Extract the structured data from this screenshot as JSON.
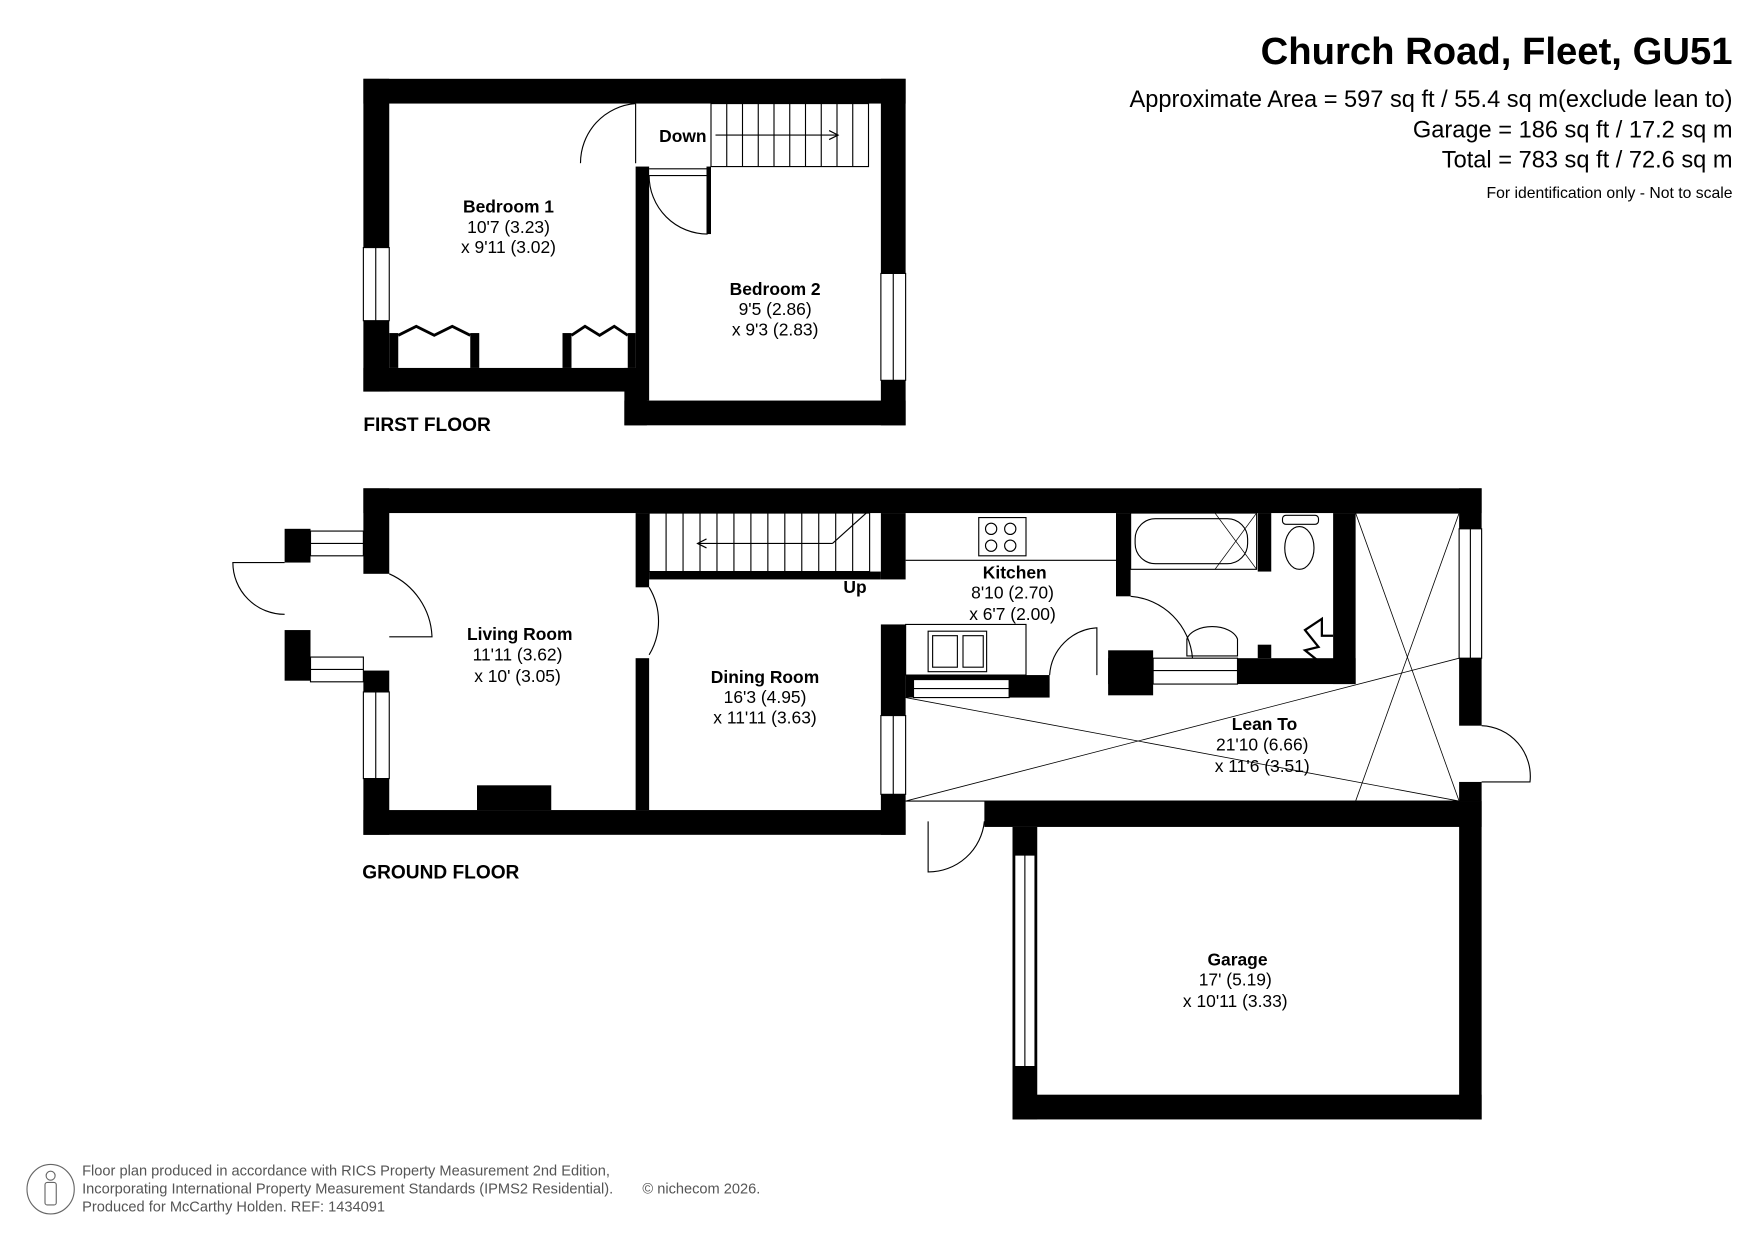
{
  "header": {
    "title": "Church Road, Fleet, GU51",
    "area_lines": [
      "Approximate Area = 597 sq ft / 55.4 sq m(exclude lean to)",
      "Garage = 186 sq ft / 17.2 sq m",
      "Total = 783 sq ft / 72.6 sq m"
    ],
    "note": "For identification only - Not to scale"
  },
  "first_floor": {
    "label": "FIRST FLOOR",
    "stairs_label": "Down",
    "rooms": [
      {
        "name": "Bedroom 1",
        "dim1": "10'7 (3.23)",
        "dim2": "x 9'11 (3.02)"
      },
      {
        "name": "Bedroom 2",
        "dim1": "9'5 (2.86)",
        "dim2": "x 9'3 (2.83)"
      }
    ]
  },
  "ground_floor": {
    "label": "GROUND FLOOR",
    "stairs_label": "Up",
    "rooms": [
      {
        "name": "Living Room",
        "dim1": "11'11 (3.62)",
        "dim2": "x 10' (3.05)"
      },
      {
        "name": "Dining Room",
        "dim1": "16'3 (4.95)",
        "dim2": "x 11'11 (3.63)"
      },
      {
        "name": "Kitchen",
        "dim1": "8'10 (2.70)",
        "dim2": "x 6'7 (2.00)"
      },
      {
        "name": "Lean To",
        "dim1": "21'10 (6.66)",
        "dim2": "x 11'6 (3.51)"
      },
      {
        "name": "Garage",
        "dim1": "17' (5.19)",
        "dim2": "x 10'11 (3.33)"
      }
    ]
  },
  "footer": {
    "lines": [
      "Floor plan produced in accordance with RICS Property Measurement 2nd Edition,",
      "Incorporating International Property Measurement Standards (IPMS2 Residential).",
      "Produced for McCarthy Holden.   REF:  1434091"
    ],
    "copyright": "© nichecom 2026."
  }
}
